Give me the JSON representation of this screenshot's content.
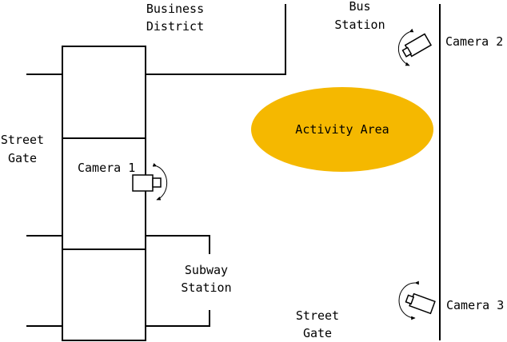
{
  "labels": {
    "business_district": [
      "Business",
      "District"
    ],
    "bus_station": [
      "Bus",
      "Station"
    ],
    "camera_2": "Camera 2",
    "street_gate_left": [
      "Street",
      "Gate"
    ],
    "camera_1": "Camera 1",
    "activity_area": "Activity Area",
    "subway_station": [
      "Subway",
      "Station"
    ],
    "street_gate_bottom": [
      "Street",
      "Gate"
    ],
    "camera_3": "Camera 3"
  },
  "colors": {
    "activity_area_fill": "#F5B800",
    "line": "#000000",
    "background": "#ffffff"
  },
  "icons": {
    "camera": "security-camera-icon",
    "rotation": "rotation-arc-arrow-icon"
  }
}
